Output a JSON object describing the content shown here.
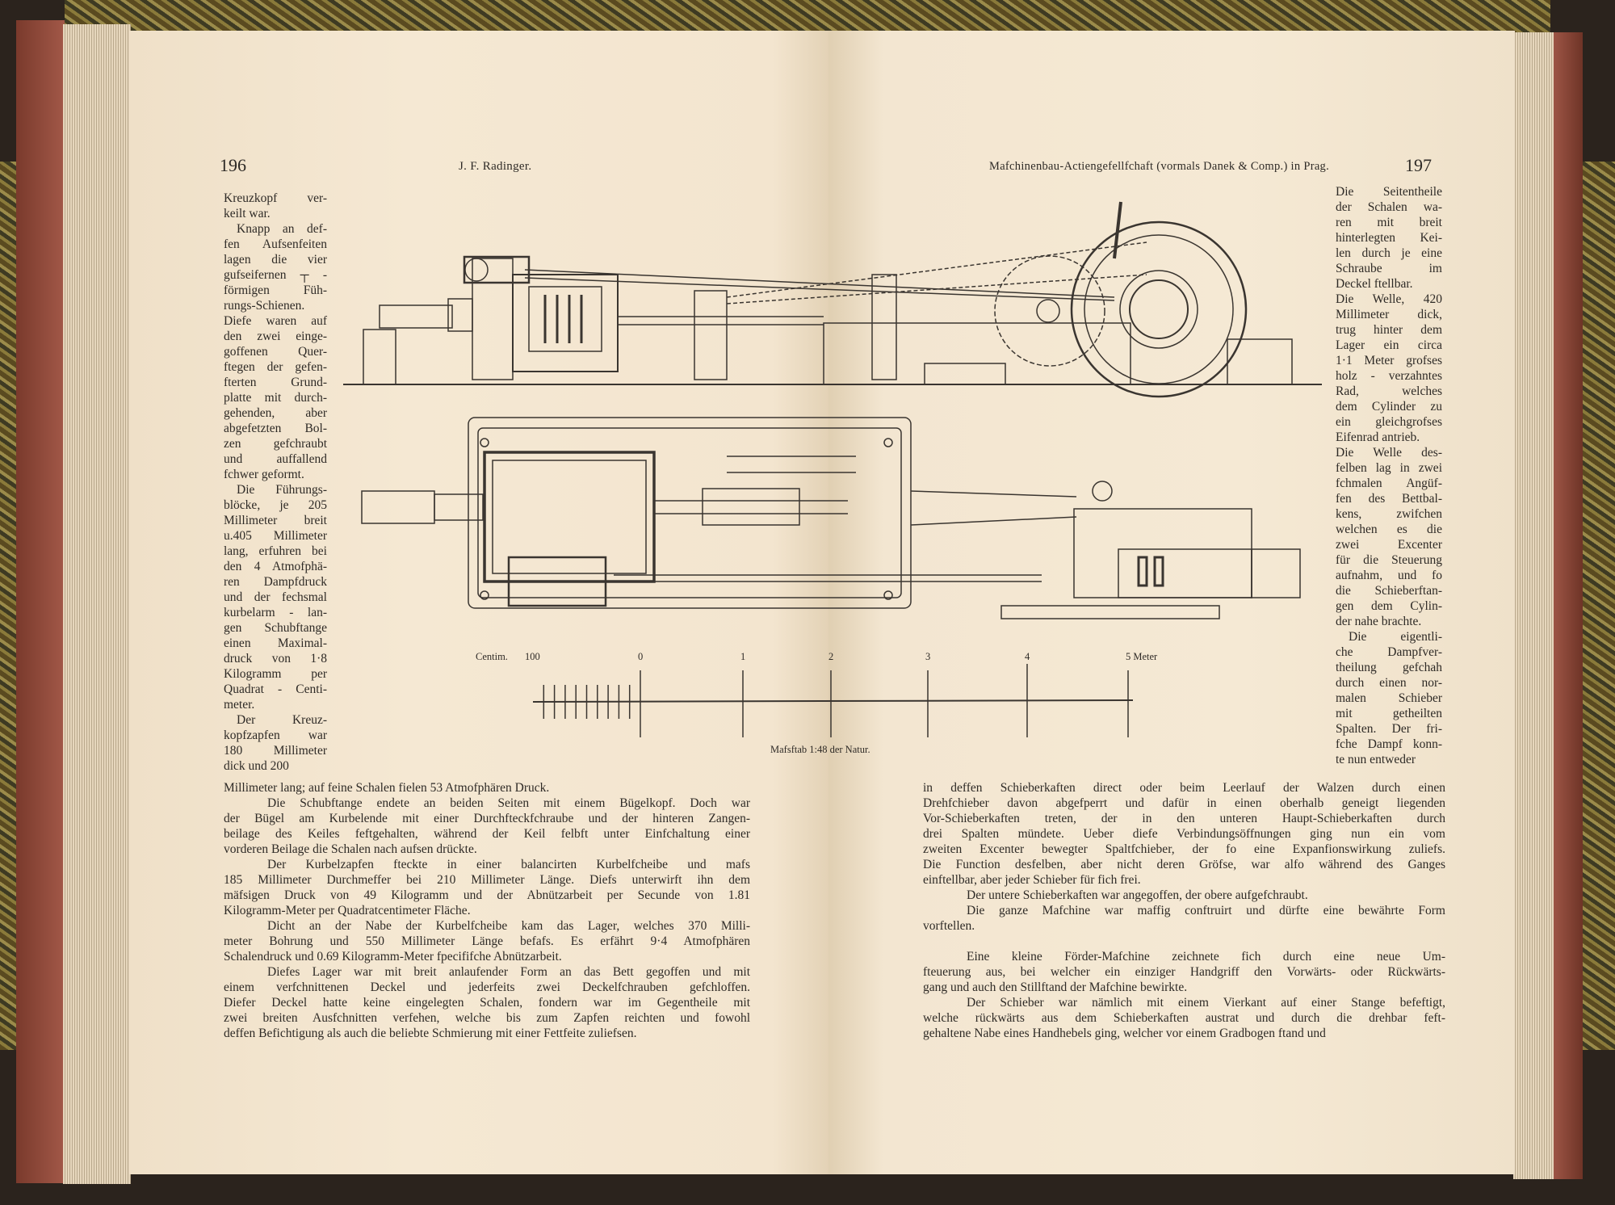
{
  "left_page": {
    "page_number": "196",
    "running_head": "J. F. Radinger.",
    "side_column": [
      "Kreuzkopf ver-",
      "keilt war.",
      "Knapp an def-",
      "fen Aufsenfeiten",
      "lagen die vier",
      "gufseifernen ┬ -",
      "förmigen Füh-",
      "rungs-Schienen.",
      "Diefe waren auf",
      "den zwei einge-",
      "goffenen Quer-",
      "ftegen der gefen-",
      "fterten Grund-",
      "platte mit durch-",
      "gehenden, aber",
      "abgefetzten Bol-",
      "zen gefchraubt",
      "und auffallend",
      "fchwer geformt.",
      "Die Führungs-",
      "blöcke, je 205",
      "Millimeter breit",
      "u.405 Millimeter",
      "lang, erfuhren bei",
      "den 4 Atmofphä-",
      "ren Dampfdruck",
      "und der fechsmal",
      "kurbelarm - lan-",
      "gen Schubftange",
      "einen Maximal-",
      "druck von 1·8",
      "Kilogramm per",
      "Quadrat - Centi-",
      "meter.",
      "Der Kreuz-",
      "kopfzapfen war",
      "180 Millimeter",
      "dick und 200"
    ],
    "body_lines": [
      "Millimeter lang; auf feine Schalen fielen 53 Atmofphären Druck.",
      "Die Schubftange endete an beiden Seiten mit einem Bügelkopf. Doch war",
      "der Bügel am Kurbelende mit einer Durchfteckfchraube und der hinteren Zangen-",
      "beilage des Keiles feftgehalten, während der Keil felbft unter Einfchaltung einer",
      "vorderen Beilage die Schalen nach aufsen drückte.",
      "Der Kurbelzapfen fteckte in einer balancirten Kurbelfcheibe und mafs",
      "185 Millimeter Durchmeffer bei 210 Millimeter Länge. Diefs unterwirft ihn dem",
      "mäfsigen Druck von 49 Kilogramm und der Abnützarbeit per Secunde von 1.81",
      "Kilogramm-Meter per Quadratcentimeter Fläche.",
      "Dicht an der Nabe der Kurbelfcheibe kam das Lager, welches 370 Milli-",
      "meter Bohrung und 550 Millimeter Länge befafs. Es erfährt 9·4 Atmofphären",
      "Schalendruck und 0.69 Kilogramm-Meter fpecififche Abnützarbeit.",
      "Diefes Lager war mit breit anlaufender Form an das Bett gegoffen und mit",
      "einem verfchnittenen Deckel und jederfeits zwei Deckelfchrauben gefchloffen.",
      "Diefer Deckel hatte keine eingelegten Schalen, fondern war im Gegentheile mit",
      "zwei breiten Ausfchnitten verfehen, welche bis zum Zapfen reichten und fowohl",
      "deffen Befichtigung als auch die beliebte Schmierung mit einer Fettfeite zuliefsen."
    ]
  },
  "right_page": {
    "page_number": "197",
    "running_head": "Mafchinenbau-Actiengefellfchaft (vormals Danek & Comp.) in Prag.",
    "side_column": [
      "Die Seitentheile",
      "der Schalen wa-",
      "ren mit breit",
      "hinterlegten Kei-",
      "len durch je eine",
      "Schraube im",
      "Deckel ftellbar.",
      "Die Welle, 420",
      "Millimeter dick,",
      "trug hinter dem",
      "Lager ein circa",
      "1·1 Meter grofses",
      "holz - verzahntes",
      "Rad, welches",
      "dem Cylinder zu",
      "ein gleichgrofses",
      "Eifenrad antrieb.",
      "Die Welle des-",
      "felben lag in zwei",
      "fchmalen Angüf-",
      "fen des Bettbal-",
      "kens, zwifchen",
      "welchen es die",
      "zwei Excenter",
      "für die Steuerung",
      "aufnahm, und fo",
      "die Schieberftan-",
      "gen dem Cylin-",
      "der nahe brachte.",
      "Die eigentli-",
      "che Dampfver-",
      "theilung gefchah",
      "durch einen nor-",
      "malen Schieber",
      "mit getheilten",
      "Spalten. Der fri-",
      "fche Dampf konn-",
      "te nun entweder"
    ],
    "body_lines": [
      "in deffen Schieberkaften direct oder beim Leerlauf der Walzen durch einen",
      "Drehfchieber davon abgefperrt und dafür in einen oberhalb geneigt liegenden",
      "Vor-Schieberkaften treten, der in den unteren Haupt-Schieberkaften durch",
      "drei Spalten mündete. Ueber diefe Verbindungsöffnungen ging nun ein vom",
      "zweiten Excenter bewegter Spaltfchieber, der fo eine Expanfionswirkung zuliefs.",
      "Die Function desfelben, aber nicht deren Gröfse, war alfo während des Ganges",
      "einftellbar, aber jeder Schieber für fich frei.",
      "Der untere Schieberkaften war angegoffen, der obere aufgefchraubt.",
      "Die ganze Mafchine war maffig conftruirt und dürfte eine bewährte Form",
      "vorftellen.",
      "Eine kleine Förder-Mafchine zeichnete fich durch eine neue Um-",
      "fteuerung aus, bei welcher ein einziger Handgriff den Vorwärts- oder Rückwärts-",
      "gang und auch den Stillftand der Mafchine bewirkte.",
      "Der Schieber war nämlich mit einem Vierkant auf einer Stange befeftigt,",
      "welche rückwärts aus dem Schieberkaften austrat und durch die drehbar feft-",
      "gehaltene Nabe eines Handhebels ging, welcher vor einem Gradbogen ftand und"
    ]
  },
  "figure": {
    "scale_left_label": "Centim.",
    "scale_ticks": [
      "100",
      "0",
      "1",
      "2",
      "3",
      "4",
      "5 Meter"
    ],
    "caption": "Mafsftab 1:48 der Natur."
  }
}
